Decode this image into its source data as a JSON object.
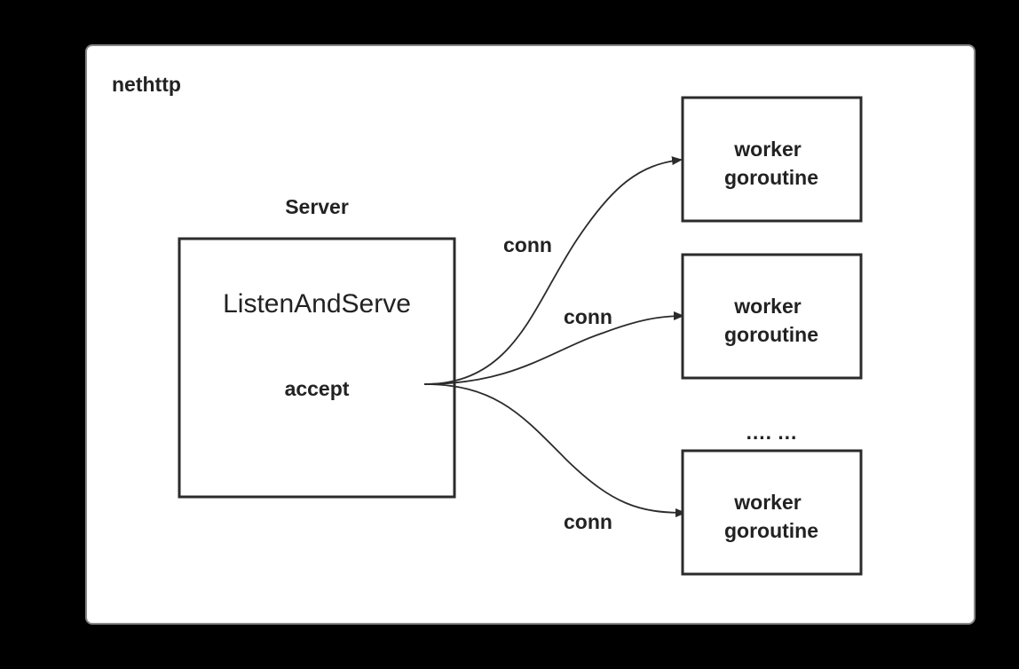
{
  "diagram": {
    "container_label": "nethttp",
    "server_label": "Server",
    "listen_label": "ListenAndServe",
    "accept_label": "accept",
    "edge_labels": [
      "conn",
      "conn",
      "conn"
    ],
    "workers": [
      {
        "line1": "worker",
        "line2": "goroutine"
      },
      {
        "line1": "worker",
        "line2": "goroutine"
      },
      {
        "line1": "worker",
        "line2": "goroutine"
      }
    ],
    "ellipsis": "…. …"
  }
}
